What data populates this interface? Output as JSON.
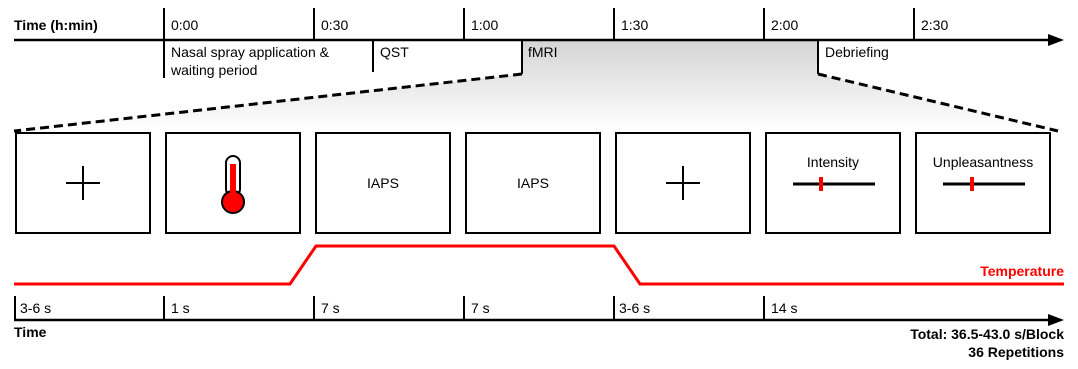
{
  "top_timeline": {
    "axis_label": "Time (h:min)",
    "ticks": [
      "0:00",
      "0:30",
      "1:00",
      "1:30",
      "2:00",
      "2:30"
    ],
    "phases": [
      "Nasal spray application &",
      "waiting period",
      "QST",
      "fMRI",
      "Debriefing"
    ]
  },
  "screens": [
    {
      "type": "fixation-cross",
      "text": ""
    },
    {
      "type": "thermometer",
      "text": ""
    },
    {
      "type": "text",
      "text": "IAPS"
    },
    {
      "type": "text",
      "text": "IAPS"
    },
    {
      "type": "fixation-cross",
      "text": ""
    },
    {
      "type": "rating-scale",
      "text": "Intensity"
    },
    {
      "type": "rating-scale",
      "text": "Unpleasantness"
    }
  ],
  "temperature": {
    "label": "Temperature",
    "color": "#ff0000"
  },
  "bottom_timeline": {
    "durations": [
      "3-6 s",
      "1 s",
      "7 s",
      "7 s",
      "3-6 s",
      "14 s"
    ],
    "axis_label": "Time",
    "total": "Total: 36.5-43.0 s/Block",
    "repetitions": "36 Repetitions"
  },
  "colors": {
    "accent_red": "#ff0000",
    "line": "#000000"
  }
}
